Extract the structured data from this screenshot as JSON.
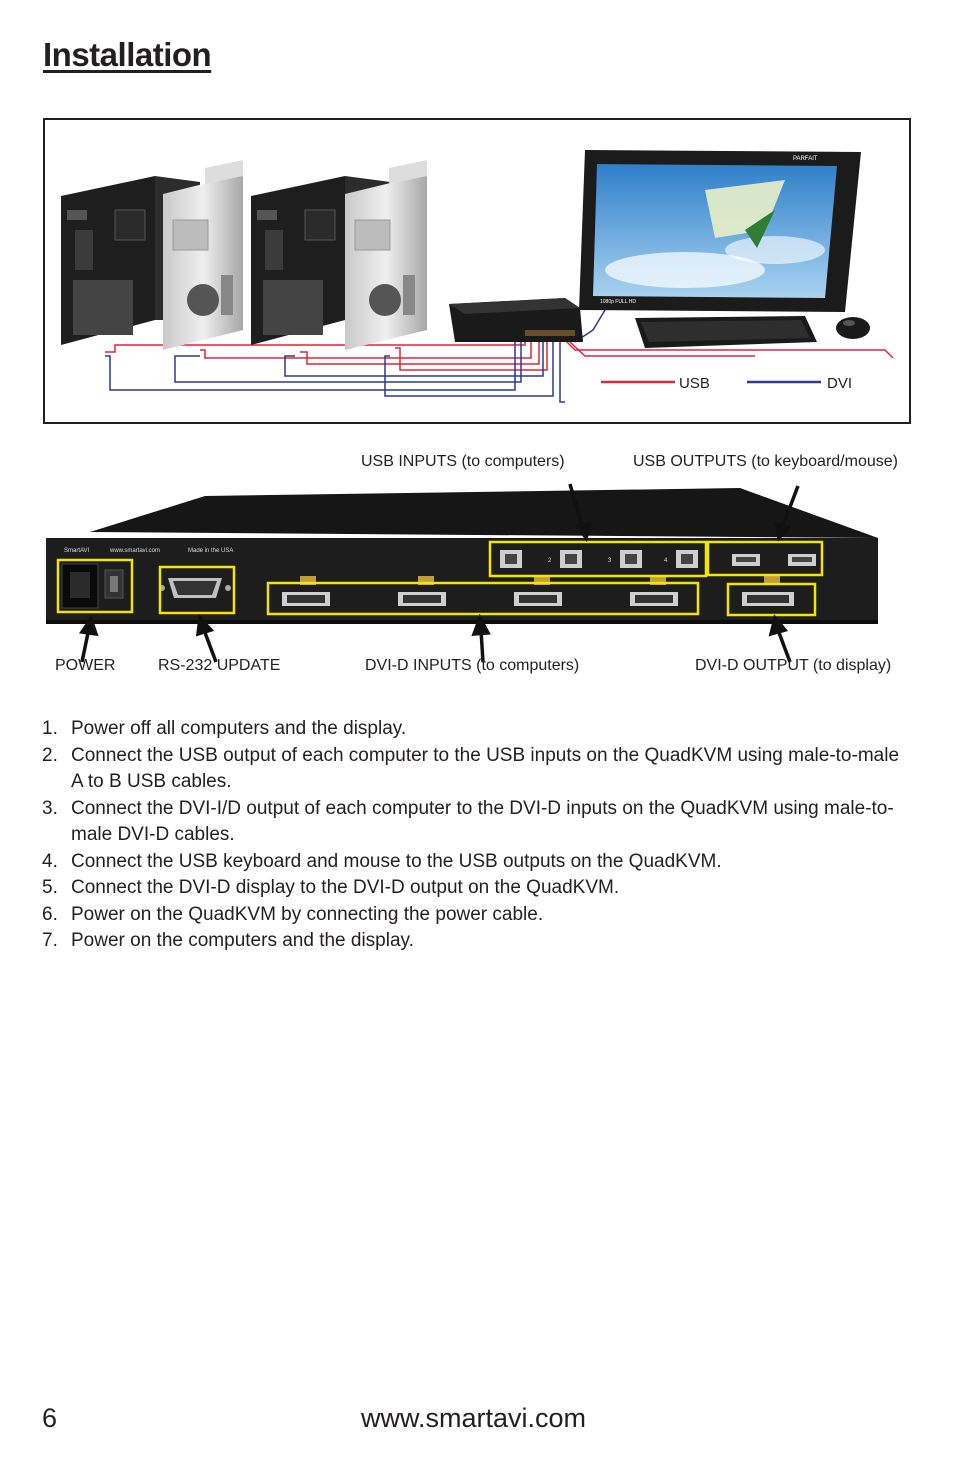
{
  "page": {
    "title": "Installation",
    "page_number": "6",
    "website": "www.smartavi.com"
  },
  "setup_diagram": {
    "legend": {
      "usb_label": "USB",
      "dvi_label": "DVI",
      "usb_color": "#e0253a",
      "dvi_color": "#2b3990"
    },
    "monitor_brand": "PARFAIT",
    "monitor_badge": "1080p FULL HD"
  },
  "rear_panel": {
    "brand": "SmartAVI",
    "website": "www.smartavi.com",
    "made_in": "Made in the USA",
    "port_numbers": [
      "2",
      "3",
      "4"
    ],
    "highlight_color": "#f2e500",
    "callouts": {
      "usb_inputs": "USB INPUTS (to computers)",
      "usb_outputs": "USB OUTPUTS (to keyboard/mouse)",
      "power": "POWER",
      "rs232": "RS-232 UPDATE",
      "dvi_inputs": "DVI-D INPUTS (to computers)",
      "dvi_output": "DVI-D OUTPUT (to display)"
    }
  },
  "steps": [
    {
      "num": "1.",
      "text": "Power off all computers and the display."
    },
    {
      "num": "2.",
      "text": "Connect the USB output of each computer to the USB inputs on the QuadKVM using male-to-male A to B USB cables."
    },
    {
      "num": "3.",
      "text": "Connect the DVI-I/D output of each computer to the DVI-D inputs on the QuadKVM using male-to-male DVI-D cables."
    },
    {
      "num": "4.",
      "text": "Connect the USB keyboard and mouse to the USB outputs on the QuadKVM."
    },
    {
      "num": "5.",
      "text": "Connect the DVI-D display to the DVI-D output on the QuadKVM."
    },
    {
      "num": "6.",
      "text": "Power on the QuadKVM by connecting the power cable."
    },
    {
      "num": "7.",
      "text": "Power on the computers and the display."
    }
  ]
}
